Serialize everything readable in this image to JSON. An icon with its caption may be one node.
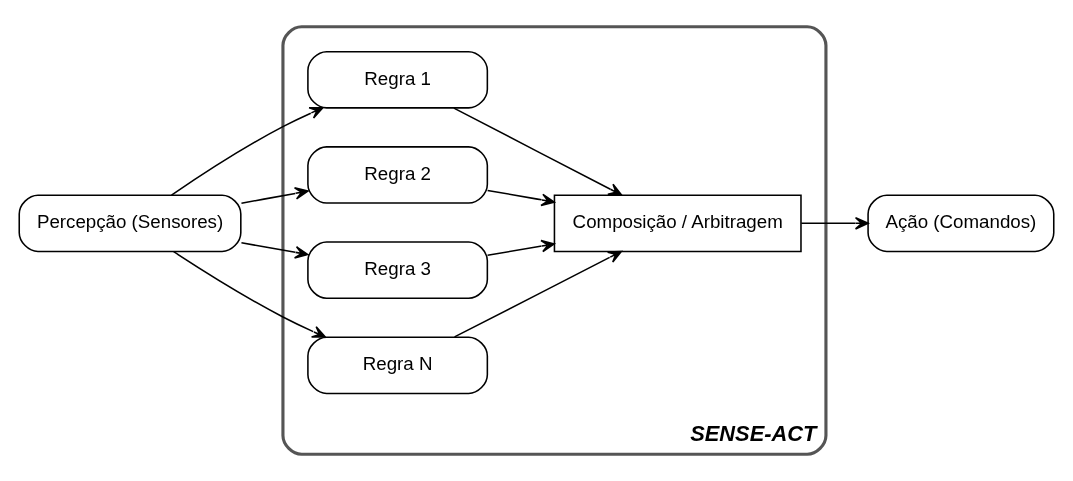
{
  "diagram": {
    "nodes": [
      {
        "text": [
          "Percepção (Sensores)"
        ]
      },
      {
        "text": [
          "SENSE-ACT"
        ]
      },
      {
        "text": [
          "Regra 1"
        ],
        "in": 1
      },
      {
        "text": [
          "Regra 2"
        ],
        "in": 1
      },
      {
        "text": [
          "Regra 3"
        ],
        "in": 1
      },
      {
        "text": [
          "Regra N"
        ],
        "in": 1
      },
      {
        "text": [
          "Composição / Arbitragem"
        ],
        "in": 1
      },
      {
        "text": [
          "Ação (Comandos)"
        ]
      }
    ],
    "edges": [
      {
        "from": 0,
        "to": 2,
        "arrow": "to"
      },
      {
        "from": 0,
        "to": 3,
        "arrow": "to"
      },
      {
        "from": 0,
        "to": 4,
        "arrow": "to"
      },
      {
        "from": 0,
        "to": 5,
        "arrow": "to"
      },
      {
        "from": 2,
        "to": 6,
        "arrow": "to"
      },
      {
        "from": 3,
        "to": 6,
        "arrow": "to"
      },
      {
        "from": 4,
        "to": 6,
        "arrow": "to"
      },
      {
        "from": 5,
        "to": 6,
        "arrow": "to"
      },
      {
        "from": 6,
        "to": 7,
        "arrow": "to"
      }
    ]
  }
}
